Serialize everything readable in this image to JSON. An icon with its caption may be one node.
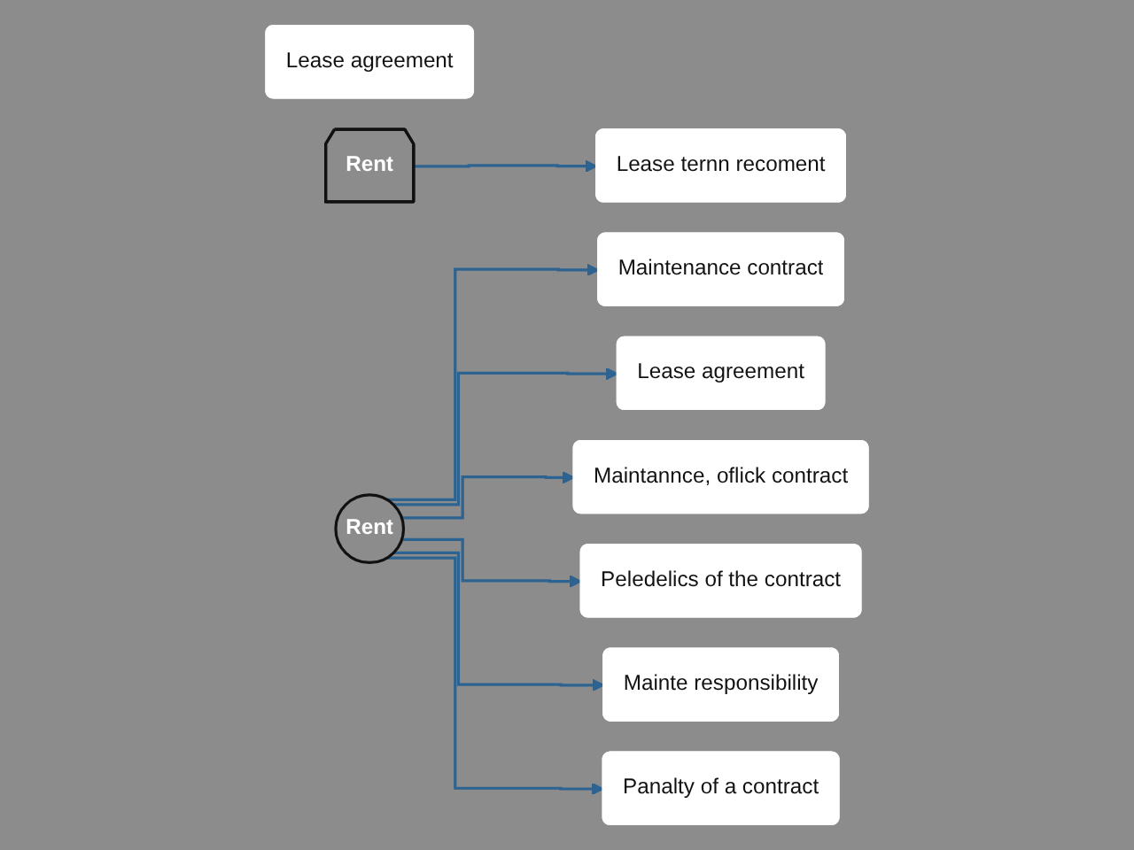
{
  "diagram": {
    "nodes": [
      {
        "text": [
          "Lease agreement"
        ]
      },
      {
        "text": [
          "Rent"
        ]
      },
      {
        "text": [
          "Lease ternn recoment"
        ]
      },
      {
        "text": [
          "Rent"
        ]
      },
      {
        "text": [
          "Maintenance contract"
        ]
      },
      {
        "text": [
          "Lease agreement"
        ]
      },
      {
        "text": [
          "Maintannce, oflick contract"
        ]
      },
      {
        "text": [
          "Peledelics of the contract"
        ]
      },
      {
        "text": [
          "Mainte responsibility"
        ]
      },
      {
        "text": [
          "Panalty of a contract"
        ]
      }
    ],
    "edges": [
      {
        "from": 1,
        "to": 2,
        "arrow": "to"
      },
      {
        "from": 3,
        "to": 4,
        "arrow": "to"
      },
      {
        "from": 3,
        "to": 5,
        "arrow": "to"
      },
      {
        "from": 3,
        "to": 6,
        "arrow": "to"
      },
      {
        "from": 3,
        "to": 7,
        "arrow": "to"
      },
      {
        "from": 3,
        "to": 8,
        "arrow": "to"
      },
      {
        "from": 3,
        "to": 9,
        "arrow": "to"
      }
    ]
  }
}
